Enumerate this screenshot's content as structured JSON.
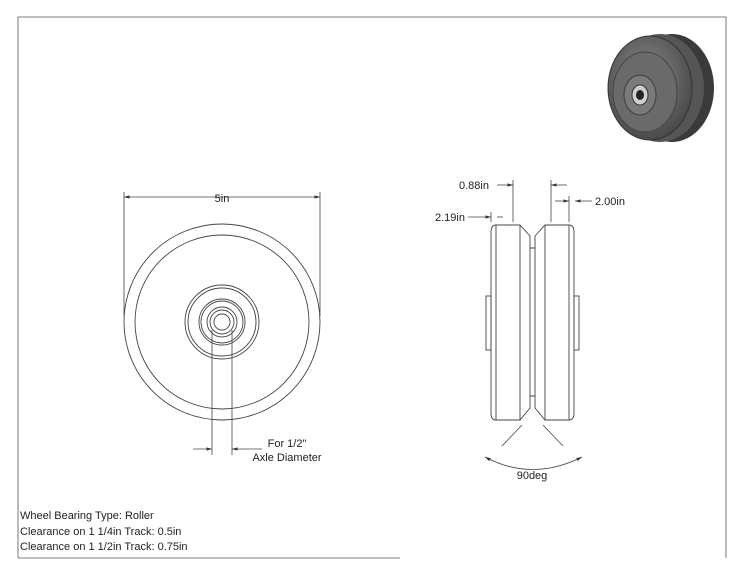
{
  "dimensions": {
    "front_diameter": "5in",
    "axle_note_line1": "For 1/2\"",
    "axle_note_line2": "Axle Diameter",
    "groove_top_width": "0.88in",
    "flange_width": "2.00in",
    "overall_width": "2.19in",
    "groove_angle": "90deg"
  },
  "notes": [
    "Wheel Bearing Type: Roller",
    "Clearance on 1 1/4in Track: 0.5in",
    "Clearance on 1 1/2in Track: 0.75in"
  ],
  "colors": {
    "line": "#444444",
    "render_body": "#5e5e5e",
    "render_dark": "#2e2e2e",
    "render_light": "#9a9a9a"
  }
}
